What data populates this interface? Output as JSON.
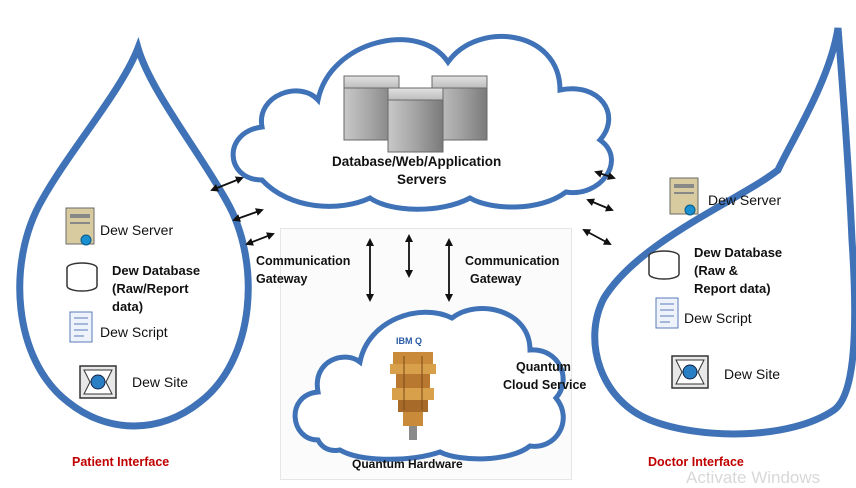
{
  "central_cloud": {
    "title_line1": "Database/Web/Application",
    "title_line2": "Servers"
  },
  "gateway_left": {
    "line1": "Communication",
    "line2": "Gateway"
  },
  "gateway_right": {
    "line1": "Communication",
    "line2": "Gateway"
  },
  "quantum": {
    "service_line1": "Quantum",
    "service_line2": "Cloud Service",
    "hardware_label": "Quantum Hardware",
    "ibm_logo": "IBM Q"
  },
  "patient": {
    "dew_server": "Dew Server",
    "dew_database_lines": [
      "Dew Database",
      "(Raw/Report",
      "data)"
    ],
    "dew_script": "Dew Script",
    "dew_site": "Dew Site",
    "interface_label": "Patient Interface"
  },
  "doctor": {
    "dew_server": "Dew Server",
    "dew_database_lines": [
      "Dew Database",
      "(Raw &",
      "Report data)"
    ],
    "dew_script": "Dew Script",
    "dew_site": "Dew Site",
    "interface_label": "Doctor Interface"
  },
  "watermark": "Activate Windows",
  "colors": {
    "drop_outline": "#3f72b7",
    "interface_red": "#c00000",
    "server_grey": "#9a9a9a"
  }
}
